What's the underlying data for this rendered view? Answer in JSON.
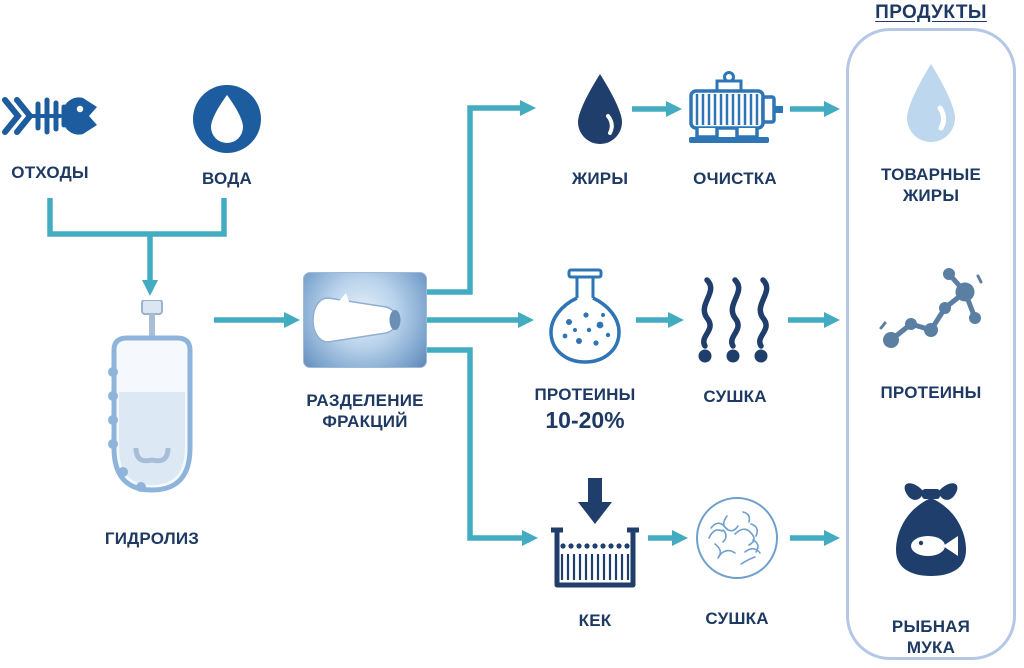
{
  "products_panel": {
    "title": "ПРОДУКТЫ"
  },
  "nodes": {
    "waste": {
      "label": "ОТХОДЫ"
    },
    "water": {
      "label": "ВОДА"
    },
    "hydrolysis": {
      "label": "ГИДРОЛИЗ"
    },
    "separation": {
      "label": "РАЗДЕЛЕНИЕ\nФРАКЦИЙ"
    },
    "fats": {
      "label": "ЖИРЫ"
    },
    "purification": {
      "label": "ОЧИСТКА"
    },
    "commercial_fats": {
      "label": "ТОВАРНЫЕ\nЖИРЫ"
    },
    "proteins": {
      "label": "ПРОТЕИНЫ",
      "percentage": "10-20%"
    },
    "drying_fats": {
      "label": "СУШКА"
    },
    "proteins_product": {
      "label": "ПРОТЕИНЫ"
    },
    "cake": {
      "label": "КЕК"
    },
    "drying_cake": {
      "label": "СУШКА"
    },
    "fish_meal": {
      "label": "РЫБНАЯ МУКА"
    }
  },
  "icons": {
    "waste": "fish-skeleton-icon",
    "water": "water-drop-circle-icon",
    "hydrolysis": "stirred-reactor-icon",
    "separation": "fraction-separator-icon",
    "fats": "fat-drop-icon",
    "purification": "electric-motor-icon",
    "commercial_fats": "light-drop-icon",
    "proteins": "flask-with-bubbles-icon",
    "drying_fats": "steam-lines-icon",
    "proteins_product": "protein-molecule-icon",
    "cake": "filter-press-icon",
    "drying_cake": "granule-ball-icon",
    "fish_meal": "fish-meal-bag-icon"
  },
  "colors": {
    "arrow": "#44ACC0",
    "primary_blue": "#1D5C9E",
    "dark_navy": "#1F3E6B",
    "medium_blue": "#2E75B6",
    "slate_blue": "#5B7FA3",
    "sky_blue": "#6FA0CC",
    "light_blue": "#BDD7EE",
    "text": "#1E3A63",
    "panel_border": "#B4C7E7"
  }
}
